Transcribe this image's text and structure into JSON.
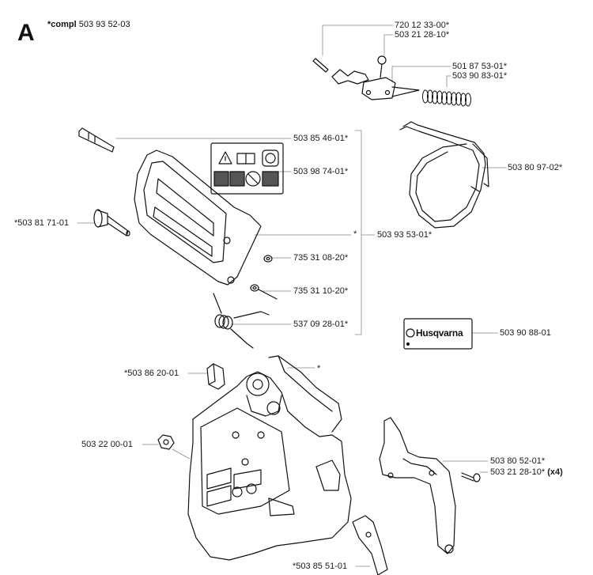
{
  "header": {
    "section_letter": "A",
    "compl_prefix": "*compl",
    "compl_number": "503 93 52-03"
  },
  "brand_label": "Husqvarna",
  "parts": [
    {
      "id": "p1",
      "number": "720 12 33-00*"
    },
    {
      "id": "p2",
      "number": "503 21 28-10*"
    },
    {
      "id": "p3",
      "number": "501 87 53-01*"
    },
    {
      "id": "p4",
      "number": "503 90 83-01*"
    },
    {
      "id": "p5",
      "number": "503 85 46-01*"
    },
    {
      "id": "p6",
      "number": "503 98 74-01*"
    },
    {
      "id": "p7",
      "number": "503 80 97-02*"
    },
    {
      "id": "p8",
      "number": "*503 81 71-01"
    },
    {
      "id": "p9",
      "number": "*"
    },
    {
      "id": "p10",
      "number": "503 93 53-01*"
    },
    {
      "id": "p11",
      "number": "735 31 08-20*"
    },
    {
      "id": "p12",
      "number": "735 31 10-20*"
    },
    {
      "id": "p13",
      "number": "537 09 28-01*"
    },
    {
      "id": "p14",
      "number": "503 90 88-01"
    },
    {
      "id": "p15",
      "number": "*503 86 20-01"
    },
    {
      "id": "p16",
      "number": "*"
    },
    {
      "id": "p17",
      "number": "503 22 00-01"
    },
    {
      "id": "p18",
      "number": "503 80 52-01*"
    },
    {
      "id": "p19",
      "number": "503 21 28-10*",
      "qty": "(x4)"
    },
    {
      "id": "p20",
      "number": "*503 85 51-01"
    }
  ]
}
